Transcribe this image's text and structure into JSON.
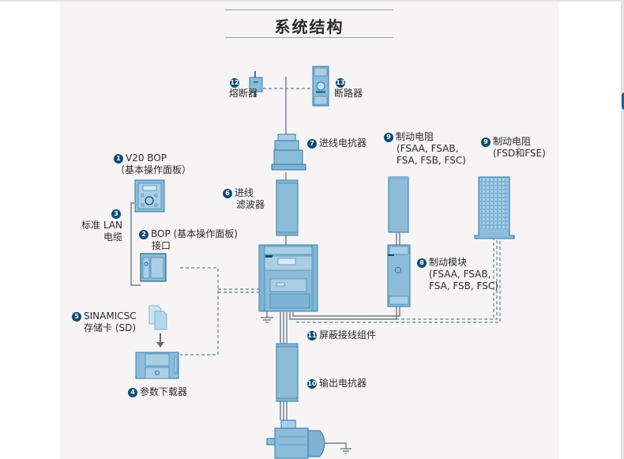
{
  "title": "系统结构",
  "colors": {
    "device_fill": "#8cbcd8",
    "device_stroke": "#2f7aa6",
    "badge": "#0e4c74",
    "panel_bg": "#f6f4f5"
  },
  "components": [
    {
      "id": "1",
      "label": "V20 BOP",
      "sublabel": "（基本操作面板）",
      "icon": "bop-panel-icon"
    },
    {
      "id": "2",
      "label": "BOP (基本操作面板)",
      "sublabel": "接口",
      "icon": "bop-interface-icon"
    },
    {
      "id": "3",
      "label": "标准 LAN",
      "sublabel": "电缆",
      "icon": "lan-cable-icon"
    },
    {
      "id": "4",
      "label": "参数下载器",
      "icon": "parameter-loader-icon"
    },
    {
      "id": "5",
      "label": "SINAMICSC",
      "sublabel": "存储卡 (SD)",
      "icon": "sd-card-icon"
    },
    {
      "id": "6",
      "label": "进线",
      "sublabel": "滤波器",
      "icon": "line-filter-icon"
    },
    {
      "id": "7",
      "label": "进线电抗器",
      "icon": "line-reactor-icon"
    },
    {
      "id": "8",
      "label": "制动模块",
      "lines": [
        "(FSAA, FSAB,",
        "FSA, FSB, FSC)"
      ],
      "icon": "braking-module-icon"
    },
    {
      "id": "9a",
      "badge": "9",
      "label": "制动电阻",
      "lines": [
        "(FSAA, FSAB,",
        "FSA, FSB, FSC)"
      ],
      "icon": "braking-resistor-icon"
    },
    {
      "id": "9b",
      "badge": "9",
      "label": "制动电阻",
      "lines": [
        "(FSD和FSE)"
      ],
      "icon": "braking-resistor-large-icon"
    },
    {
      "id": "10",
      "label": "输出电抗器",
      "icon": "output-reactor-icon"
    },
    {
      "id": "11",
      "label": "屏蔽接线组件",
      "icon": "shield-connection-kit-icon"
    },
    {
      "id": "12",
      "label": "熔断器",
      "icon": "fuse-icon"
    },
    {
      "id": "13",
      "label": "断路器",
      "icon": "circuit-breaker-icon"
    }
  ],
  "central_devices": {
    "inverter": "V20 inverter",
    "motor": "motor"
  }
}
